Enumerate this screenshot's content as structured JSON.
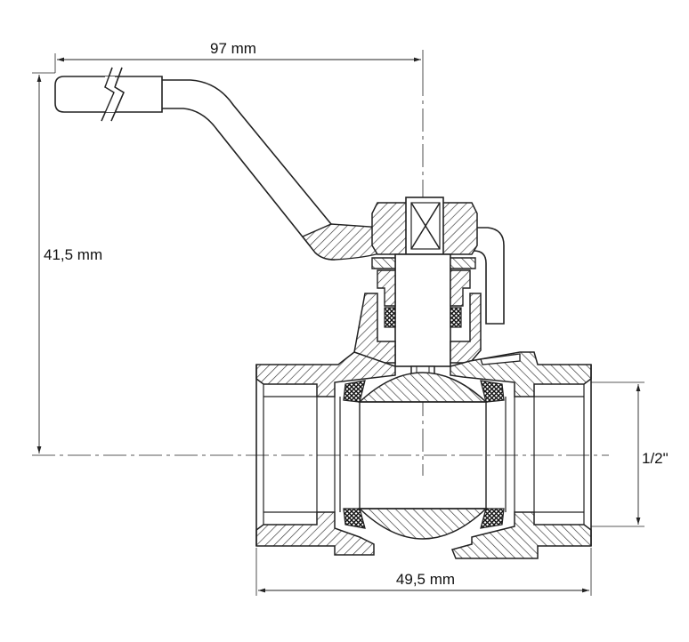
{
  "dimensions": {
    "handle_length": "97 mm",
    "height": "41,5 mm",
    "thread_size": "1/2\"",
    "body_length": "49,5 mm"
  },
  "colors": {
    "line": "#222222",
    "hatch": "#333333",
    "background": "#ffffff"
  }
}
